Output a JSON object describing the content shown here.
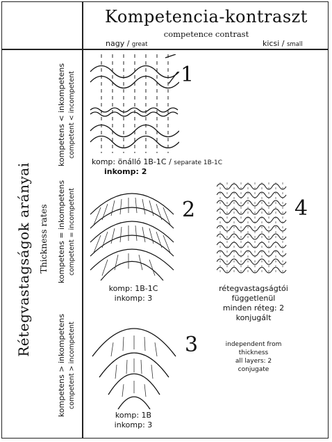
{
  "header": {
    "title": "Kompetencia-kontraszt",
    "subtitle": "competence contrast",
    "great_hu": "nagy",
    "great_sep": " / ",
    "great_en": "great",
    "small_hu": "kicsi",
    "small_sep": " / ",
    "small_en": "small"
  },
  "vertical_axis": {
    "label_hu": "Rétegvastagságok arányai",
    "label_en": "Thickness rates"
  },
  "rows": [
    {
      "hu": "kompetens < inkompetens",
      "en": "competent < incompetent"
    },
    {
      "hu": "kompetens = inkompetens",
      "en": "competent = incompetent"
    },
    {
      "hu": "kompetens > inkompetens",
      "en": "competent > incompetent"
    }
  ],
  "panels": {
    "p1": {
      "number": "1",
      "line1_a": "komp: önálló 1B-1C / ",
      "line1_b": "separate 1B-1C",
      "line2": "inkomp: 2"
    },
    "p2": {
      "number": "2",
      "line1": "komp: 1B-1C",
      "line2": "inkomp: 3"
    },
    "p3": {
      "number": "3",
      "line1": "komp: 1B",
      "line2": "inkomp: 3"
    },
    "p4": {
      "number": "4",
      "hu_line1": "rétegvastagságtói",
      "hu_line2": "függetlenül",
      "hu_line3": "minden réteg: 2",
      "hu_line4": "konjugált",
      "en_line1": "independent from",
      "en_line2": "thickness",
      "en_line3": "all layers: 2",
      "en_line4": "conjugate"
    }
  }
}
